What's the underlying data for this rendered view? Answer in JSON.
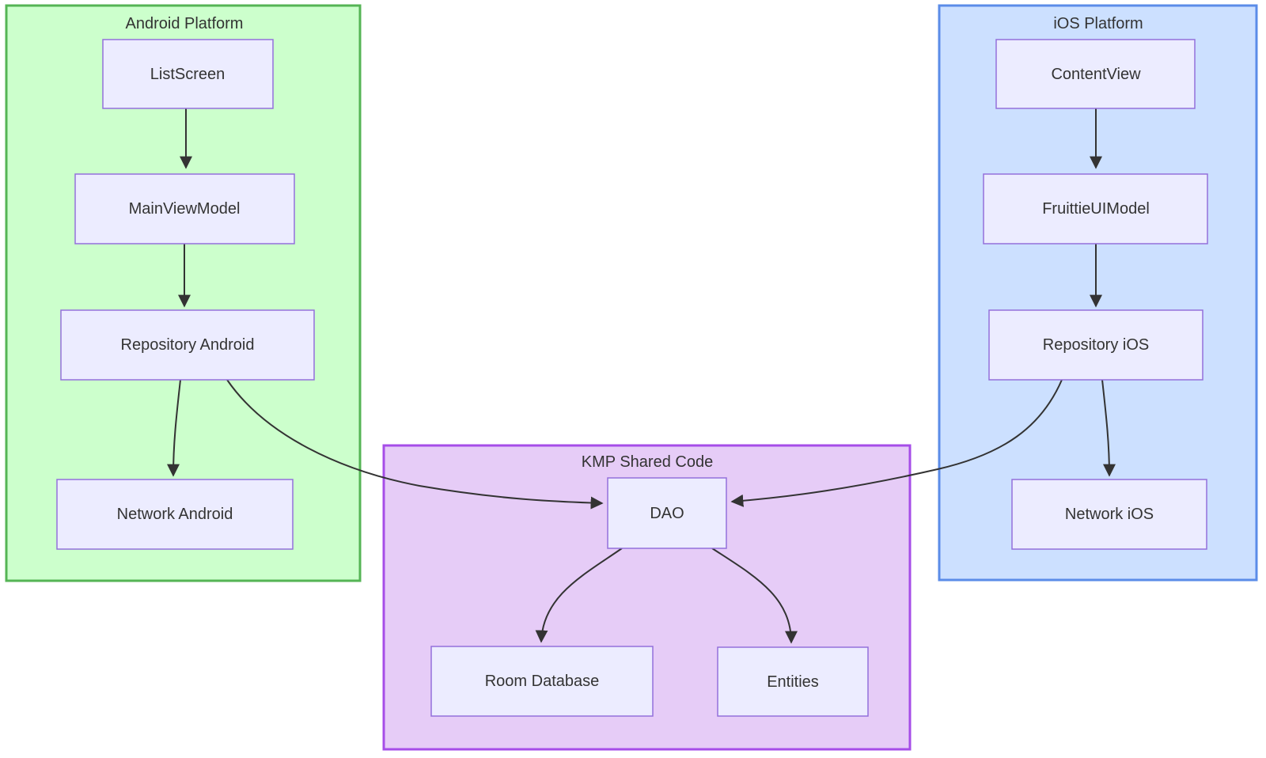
{
  "diagram_type": "flowchart",
  "colors": {
    "android_fill": "#ccffcc",
    "android_stroke": "#55b455",
    "ios_fill": "#cce0ff",
    "ios_stroke": "#5b8ce8",
    "kmp_fill": "#e6ccf7",
    "kmp_stroke": "#a64de8",
    "node_fill": "#ececff",
    "node_stroke": "#9370db",
    "edge_stroke": "#333333",
    "text": "#333333"
  },
  "containers": {
    "android": {
      "label": "Android Platform"
    },
    "ios": {
      "label": "iOS Platform"
    },
    "kmp": {
      "label": "KMP Shared Code"
    }
  },
  "nodes": {
    "list_screen": {
      "label": "ListScreen",
      "container": "Android Platform"
    },
    "main_view_model": {
      "label": "MainViewModel",
      "container": "Android Platform"
    },
    "repository_android": {
      "label": "Repository Android",
      "container": "Android Platform"
    },
    "network_android": {
      "label": "Network Android",
      "container": "Android Platform"
    },
    "content_view": {
      "label": "ContentView",
      "container": "iOS Platform"
    },
    "fruittie_ui_model": {
      "label": "FruittieUIModel",
      "container": "iOS Platform"
    },
    "repository_ios": {
      "label": "Repository iOS",
      "container": "iOS Platform"
    },
    "network_ios": {
      "label": "Network iOS",
      "container": "iOS Platform"
    },
    "dao": {
      "label": "DAO",
      "container": "KMP Shared Code"
    },
    "room_database": {
      "label": "Room Database",
      "container": "KMP Shared Code"
    },
    "entities": {
      "label": "Entities",
      "container": "KMP Shared Code"
    }
  },
  "edges": [
    {
      "from": "ListScreen",
      "to": "MainViewModel"
    },
    {
      "from": "MainViewModel",
      "to": "Repository Android"
    },
    {
      "from": "Repository Android",
      "to": "Network Android"
    },
    {
      "from": "Repository Android",
      "to": "DAO"
    },
    {
      "from": "ContentView",
      "to": "FruittieUIModel"
    },
    {
      "from": "FruittieUIModel",
      "to": "Repository iOS"
    },
    {
      "from": "Repository iOS",
      "to": "Network iOS"
    },
    {
      "from": "Repository iOS",
      "to": "DAO"
    },
    {
      "from": "DAO",
      "to": "Room Database"
    },
    {
      "from": "DAO",
      "to": "Entities"
    }
  ]
}
